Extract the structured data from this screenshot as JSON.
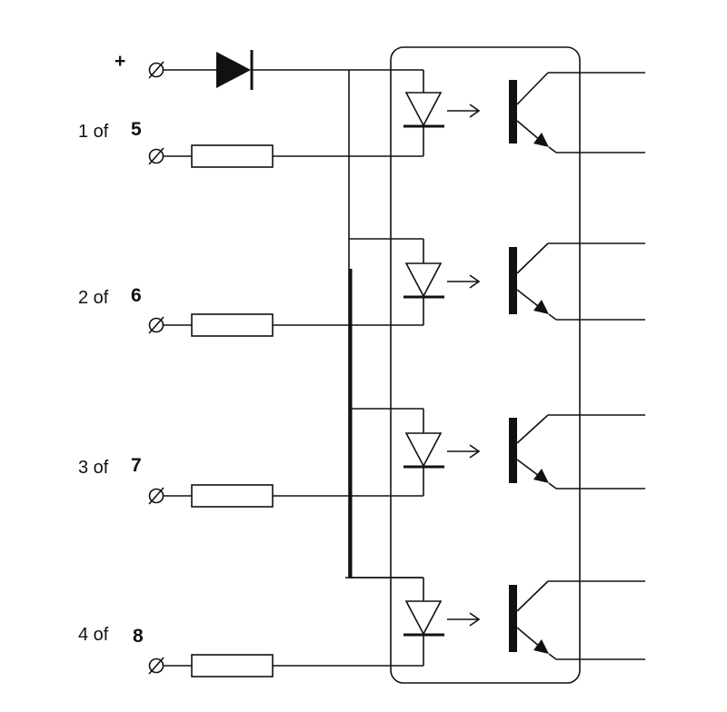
{
  "supply": {
    "label": "+"
  },
  "inputs": [
    {
      "prefix": "1 of",
      "number": "5"
    },
    {
      "prefix": "2 of",
      "number": "6"
    },
    {
      "prefix": "3 of",
      "number": "7"
    },
    {
      "prefix": "4 of",
      "number": "8"
    }
  ],
  "colors": {
    "line": "#111111",
    "background": "#ffffff"
  },
  "icons": {
    "terminal": "screw-terminal-icon",
    "diode": "diode-icon",
    "resistor": "resistor-icon",
    "led": "led-icon",
    "light": "light-arrow-icon",
    "transistor": "phototransistor-icon"
  }
}
